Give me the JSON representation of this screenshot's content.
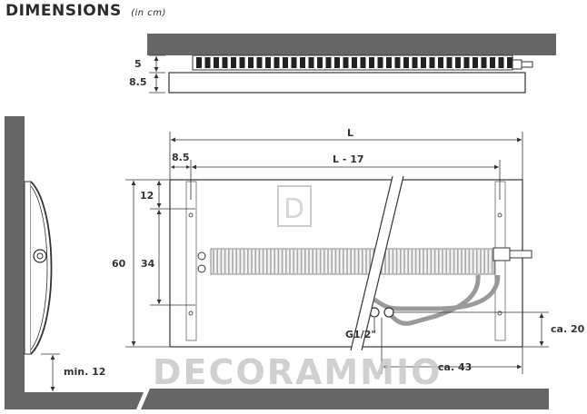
{
  "title": {
    "main": "DIMENSIONS",
    "unit": "(in cm)"
  },
  "top_view": {
    "dim_a": "5",
    "dim_b": "8.5"
  },
  "front_view": {
    "length": "L",
    "length_inner": "L - 17",
    "offset": "8.5",
    "height": "60",
    "upper": "12",
    "middle": "34",
    "connection": "G1/2\"",
    "distance_a": "ca. 43",
    "distance_b": "ca. 20"
  },
  "side_view": {
    "clearance": "min. 12"
  },
  "watermark": {
    "brand": "DECORAMMIO"
  },
  "colors": {
    "wall": "#666666",
    "line": "#333333",
    "fin": "#cfcfcf",
    "pipe": "#9a9a9a",
    "watermark": "#c8c8c8"
  }
}
